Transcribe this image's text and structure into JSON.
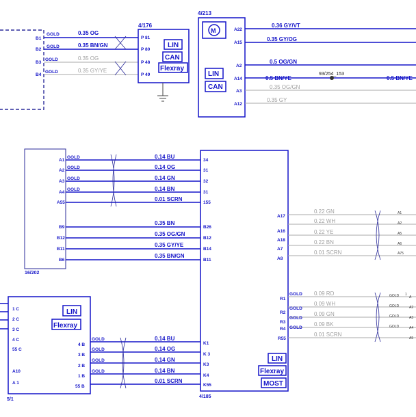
{
  "components": {
    "c4_176": {
      "label": "4/176",
      "pins": [
        "P 81",
        "P 80",
        "P 48",
        "P 49"
      ],
      "buses": [
        "LIN",
        "CAN",
        "Flexray"
      ]
    },
    "c4_213": {
      "label": "4/213",
      "motor": "M",
      "pins": [
        "A22",
        "A15",
        "A2",
        "A14",
        "A3",
        "A12"
      ],
      "buses": [
        "LIN",
        "CAN"
      ]
    },
    "c16_202": {
      "label": "16/202",
      "pins_top": [
        "A1",
        "A2",
        "A3",
        "A4",
        "A55"
      ],
      "pins_bottom": [
        "B9",
        "B12",
        "B11",
        "B6"
      ]
    },
    "c4_185": {
      "label": "4/185",
      "pins_left_top": [
        "34",
        "31",
        "32",
        "31",
        "155"
      ],
      "pins_left_mid": [
        "B26",
        "B12",
        "B14",
        "B11"
      ],
      "pins_right_top": [
        "A17",
        "A16",
        "A18",
        "A7",
        "A8"
      ],
      "pins_right_bot": [
        "R1",
        "R2",
        "R3",
        "R4",
        "R55"
      ],
      "pins_left_bot": [
        "K1",
        "K 3",
        "K3",
        "K4",
        "K55"
      ],
      "buses": [
        "LIN",
        "Flexray",
        "MOST"
      ]
    },
    "c5_1": {
      "label": "5/1",
      "pins_left": [
        "1 C",
        "2 C",
        "3 C",
        "4 C",
        "55 C",
        "A10",
        "A 1"
      ],
      "pins_right": [
        "4 B",
        "3 B",
        "2 B",
        "1 B",
        "55 B"
      ],
      "buses": [
        "LIN",
        "Flexray"
      ]
    }
  },
  "left_pins_top": [
    "B1",
    "B2",
    "B3",
    "B4"
  ],
  "wire_sets": {
    "top_left": [
      "0.35 OG",
      "0.35 BN/GN",
      "0.35 OG",
      "0.35 GY/YE"
    ],
    "top_right": [
      "0.36 GY/VT",
      "0.35 GY/OG",
      "0.5 OG/GN",
      "0.5 BN/YE",
      "0.35 OG/GN",
      "0.35 GY"
    ],
    "splice_label": "93/254_153",
    "right_end": "0.5 BN/YE",
    "mid_a": [
      "0.14 BU",
      "0.14 OG",
      "0.14 GN",
      "0.14 BN",
      "0.01 SCRN"
    ],
    "mid_b": [
      "0.35 BN",
      "0.35 OG/GN",
      "0.35 GY/YE",
      "0.35 BN/GN"
    ],
    "right_a": [
      "0.22 GN",
      "0.22 WH",
      "0.22 YE",
      "0.22 BN",
      "0.01 SCRN"
    ],
    "right_b": [
      "0.09 RD",
      "0.09 WH",
      "0.09 GN",
      "0.09 BK",
      "0.01 SCRN"
    ],
    "bottom": [
      "0.14 BU",
      "0.14 OG",
      "0.14 GN",
      "0.14 BN",
      "0.01 SCRN"
    ]
  },
  "gold": "GOLD",
  "far_right_a_pins": [
    "A1",
    "A2",
    "A5",
    "A6",
    "A75"
  ],
  "far_right_b_pins": [
    "A",
    "A2",
    "A3",
    "A4",
    "A5"
  ],
  "far_right_b_pin_extra": "1",
  "colors": {
    "wire": "#1414c8",
    "inactive": "#a8a8a8"
  }
}
